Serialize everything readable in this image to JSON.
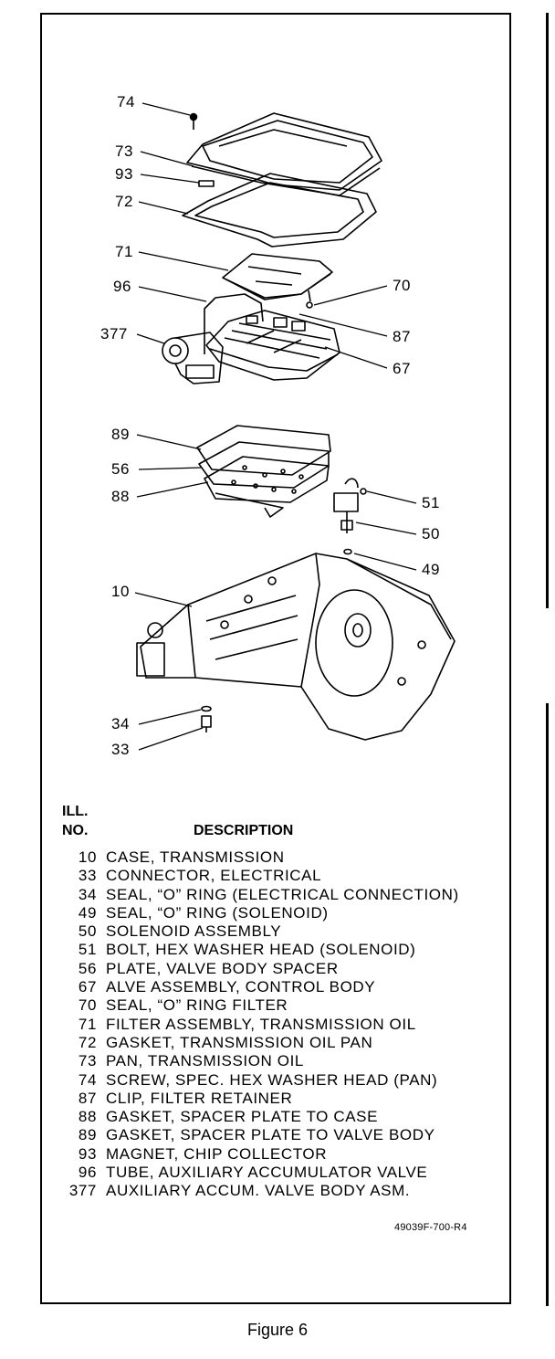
{
  "diagram": {
    "callouts": [
      "74",
      "73",
      "93",
      "72",
      "71",
      "96",
      "70",
      "87",
      "377",
      "67",
      "89",
      "56",
      "88",
      "51",
      "50",
      "49",
      "10",
      "34",
      "33"
    ]
  },
  "parts_table": {
    "header_ill": "ILL.",
    "header_no": "NO.",
    "header_description": "DESCRIPTION",
    "rows": [
      {
        "no": "10",
        "desc": "CASE, TRANSMISSION"
      },
      {
        "no": "33",
        "desc": "CONNECTOR, ELECTRICAL"
      },
      {
        "no": "34",
        "desc": "SEAL, “O” RING (ELECTRICAL CONNECTION)"
      },
      {
        "no": "49",
        "desc": "SEAL, “O” RING (SOLENOID)"
      },
      {
        "no": "50",
        "desc": "SOLENOID ASSEMBLY"
      },
      {
        "no": "51",
        "desc": "BOLT, HEX WASHER HEAD (SOLENOID)"
      },
      {
        "no": "56",
        "desc": "PLATE, VALVE BODY SPACER"
      },
      {
        "no": "67",
        "desc": "ALVE ASSEMBLY, CONTROL BODY"
      },
      {
        "no": "70",
        "desc": "SEAL, “O” RING FILTER"
      },
      {
        "no": "71",
        "desc": "FILTER ASSEMBLY, TRANSMISSION OIL"
      },
      {
        "no": "72",
        "desc": "GASKET, TRANSMISSION OIL PAN"
      },
      {
        "no": "73",
        "desc": "PAN, TRANSMISSION OIL"
      },
      {
        "no": "74",
        "desc": "SCREW, SPEC. HEX WASHER HEAD (PAN)"
      },
      {
        "no": "87",
        "desc": "CLIP, FILTER RETAINER"
      },
      {
        "no": "88",
        "desc": "GASKET, SPACER PLATE TO CASE"
      },
      {
        "no": "89",
        "desc": "GASKET, SPACER PLATE TO VALVE BODY"
      },
      {
        "no": "93",
        "desc": "MAGNET, CHIP COLLECTOR"
      },
      {
        "no": "96",
        "desc": "TUBE, AUXILIARY ACCUMULATOR VALVE"
      },
      {
        "no": "377",
        "desc": "AUXILIARY ACCUM. VALVE BODY ASM."
      }
    ]
  },
  "drawing_code": "49039F-700-R4",
  "caption": "Figure 6"
}
